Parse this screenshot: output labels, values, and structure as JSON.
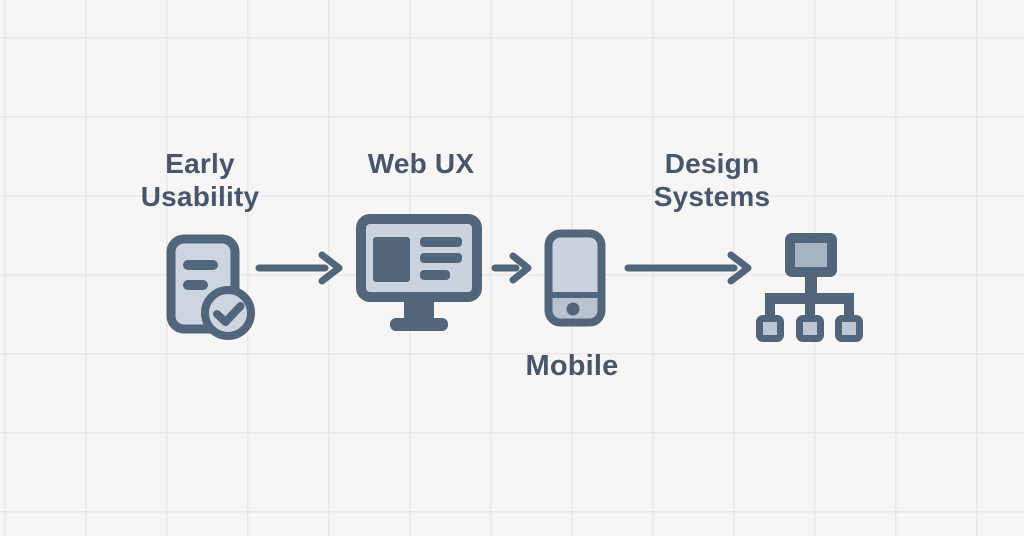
{
  "colors": {
    "bg": "#f7f6f4",
    "grid": "#e9e7ea",
    "ink": "#51657b",
    "panel": "#ccd5e0",
    "screen": "#c9d2dd",
    "band": "#b9c3d0",
    "top-inner": "#a6b3c2",
    "small-inner": "#bdc7d3",
    "text": "#47566c"
  },
  "diagram": {
    "type": "flow-timeline",
    "stages": [
      {
        "name": "early-usability",
        "label_lines": [
          "Early",
          "Usability"
        ],
        "icon": "document-check-icon",
        "label_position": "above"
      },
      {
        "name": "web-ux",
        "label_lines": [
          "Web UX"
        ],
        "icon": "desktop-monitor-icon",
        "label_position": "above"
      },
      {
        "name": "mobile",
        "label_lines": [
          "Mobile"
        ],
        "icon": "smartphone-icon",
        "label_position": "below"
      },
      {
        "name": "design-systems",
        "label_lines": [
          "Design",
          "Systems"
        ],
        "icon": "org-chart-icon",
        "label_position": "above"
      }
    ],
    "arrows": [
      {
        "from": "early-usability",
        "to": "web-ux"
      },
      {
        "from": "web-ux",
        "to": "mobile"
      },
      {
        "from": "mobile",
        "to": "design-systems"
      }
    ]
  }
}
